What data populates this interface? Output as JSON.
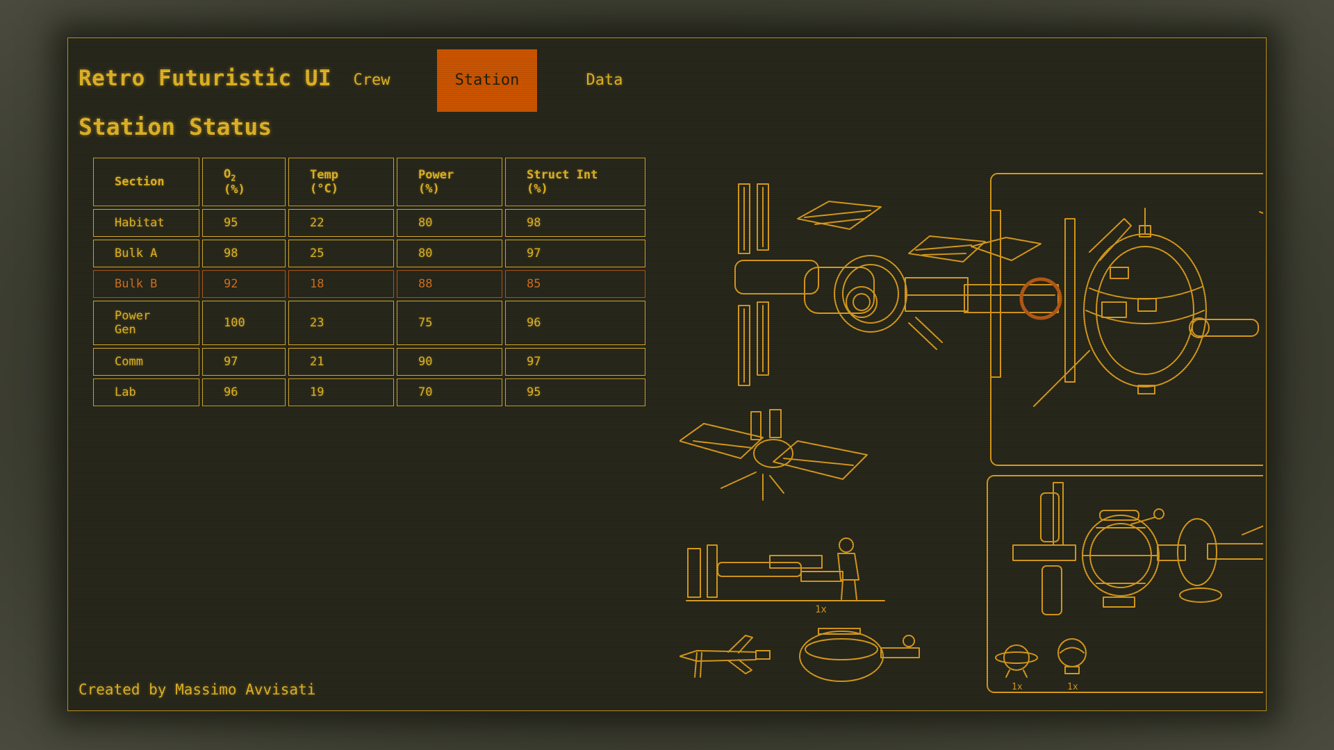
{
  "app": {
    "title": "Retro Futuristic UI"
  },
  "tabs": [
    {
      "label": "Crew",
      "active": false
    },
    {
      "label": "Station",
      "active": true
    },
    {
      "label": "Data",
      "active": false
    }
  ],
  "main": {
    "title": "Station Status",
    "table": {
      "headers": [
        {
          "line1": "Section",
          "line2": ""
        },
        {
          "line1": "O",
          "sub": "2",
          "line2": "(%)"
        },
        {
          "line1": "Temp",
          "line2": "(°C)"
        },
        {
          "line1": "Power",
          "line2": "(%)"
        },
        {
          "line1": "Struct Int",
          "line2": "(%)"
        }
      ],
      "rows": [
        {
          "section": "Habitat",
          "o2": "95",
          "temp": "22",
          "power": "80",
          "struct": "98"
        },
        {
          "section": "Bulk A",
          "o2": "98",
          "temp": "25",
          "power": "80",
          "struct": "97"
        },
        {
          "section": "Bulk B",
          "o2": "92",
          "temp": "18",
          "power": "88",
          "struct": "85",
          "alert": true
        },
        {
          "section_l1": "Power",
          "section_l2": "Gen",
          "o2": "100",
          "temp": "23",
          "power": "75",
          "struct": "96"
        },
        {
          "section": "Comm",
          "o2": "97",
          "temp": "21",
          "power": "90",
          "struct": "97"
        },
        {
          "section": "Lab",
          "o2": "96",
          "temp": "19",
          "power": "70",
          "struct": "95"
        }
      ]
    }
  },
  "illustration": {
    "scale_label_1": "1x",
    "scale_label_2": "1x",
    "scale_label_3": "1x"
  },
  "footer": {
    "credit": "Created by Massimo Avvisati"
  },
  "colors": {
    "accent": "#e2b425",
    "active_tab": "#cc5500",
    "alert": "#d4701e",
    "background": "#27271b"
  }
}
